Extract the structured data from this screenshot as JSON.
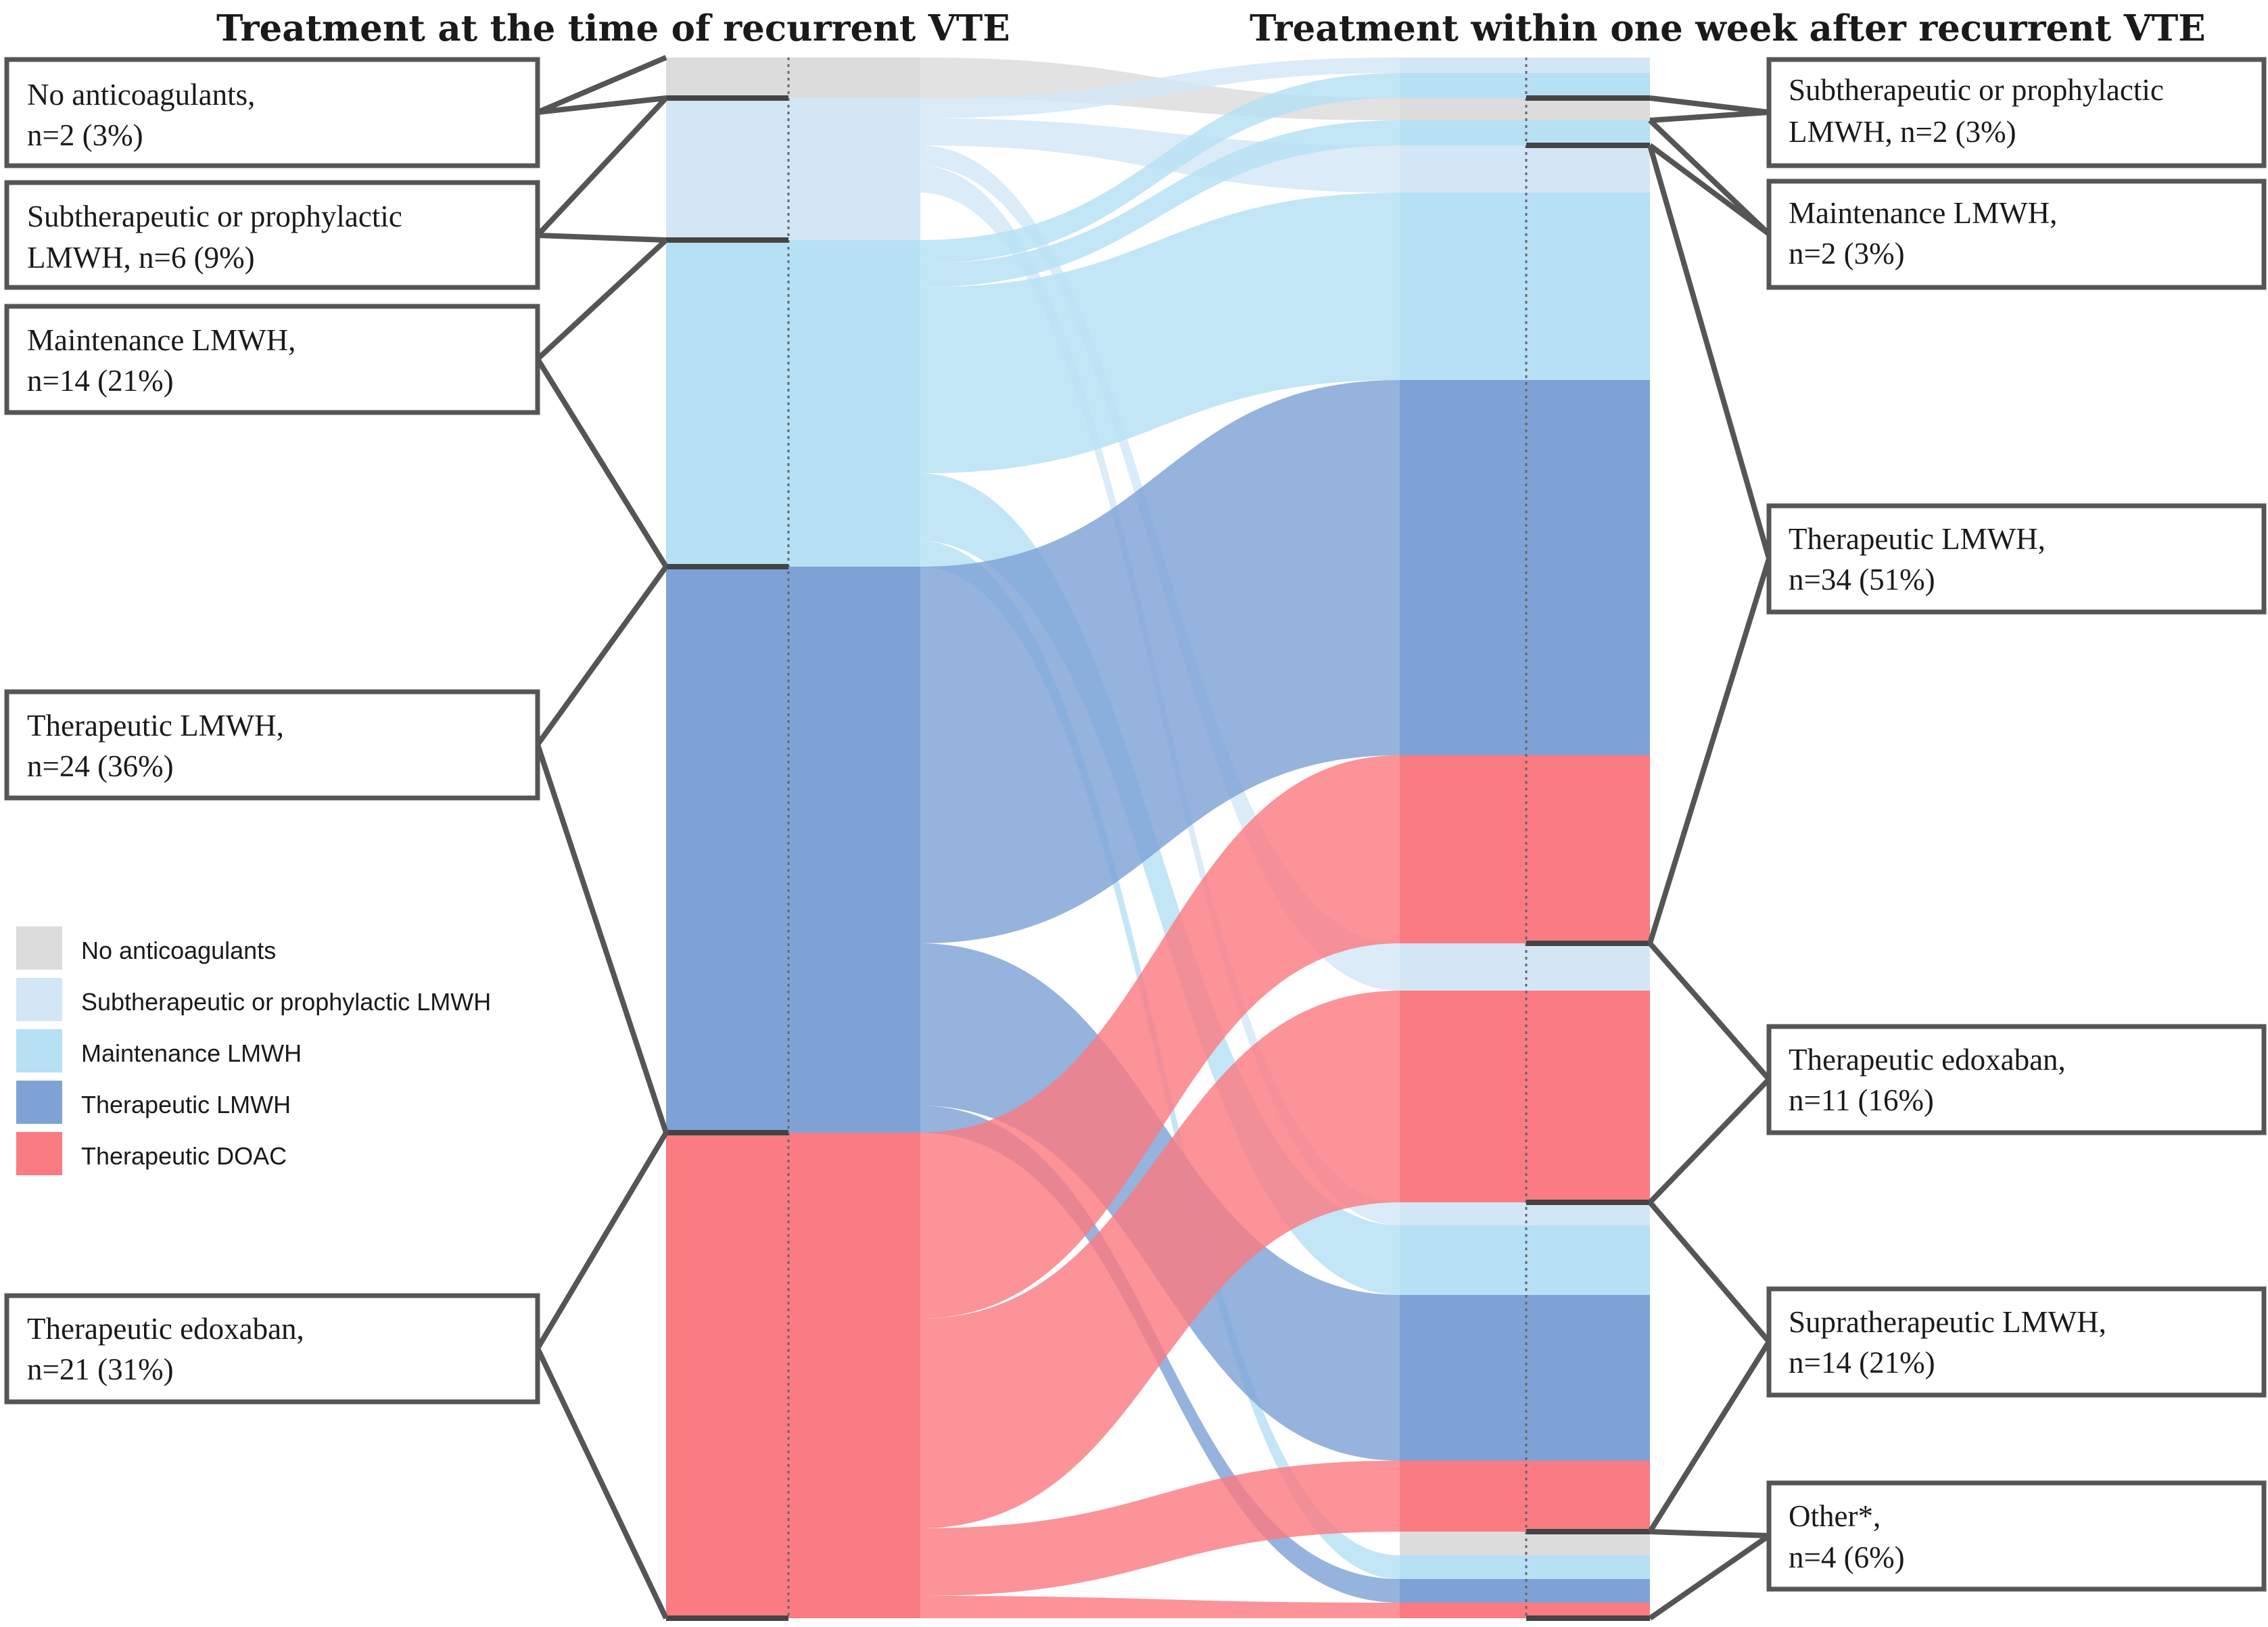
{
  "diagram": {
    "type": "sankey",
    "left_title": "Treatment at the time of recurrent VTE",
    "right_title": "Treatment within one week after recurrent VTE",
    "colors": {
      "none": "#dcdcdc",
      "sub": "#d3e6f6",
      "maint": "#b6e0f4",
      "ther": "#7ea2d6",
      "doac": "#fa7b82"
    },
    "legend": [
      {
        "key": "none",
        "label": "No anticoagulants"
      },
      {
        "key": "sub",
        "label": "Subtherapeutic or prophylactic LMWH"
      },
      {
        "key": "maint",
        "label": "Maintenance LMWH"
      },
      {
        "key": "ther",
        "label": "Therapeutic LMWH"
      },
      {
        "key": "doac",
        "label": "Therapeutic DOAC"
      }
    ],
    "left_nodes": [
      {
        "id": "L0",
        "color": "none",
        "line1": "No anticoagulants,",
        "line2": "n=2 (3%)"
      },
      {
        "id": "L1",
        "color": "sub",
        "line1": "Subtherapeutic or prophylactic",
        "line2": "LMWH, n=6 (9%)"
      },
      {
        "id": "L2",
        "color": "maint",
        "line1": "Maintenance LMWH,",
        "line2": "n=14 (21%)"
      },
      {
        "id": "L3",
        "color": "ther",
        "line1": "Therapeutic LMWH,",
        "line2": "n=24 (36%)"
      },
      {
        "id": "L4",
        "color": "doac",
        "line1": "Therapeutic edoxaban,",
        "line2": "n=21 (31%)"
      }
    ],
    "right_nodes": [
      {
        "id": "R0",
        "line1": "Subtherapeutic or prophylactic",
        "line2": "LMWH, n=2 (3%)"
      },
      {
        "id": "R1",
        "line1": "Maintenance LMWH,",
        "line2": "n=2 (3%)"
      },
      {
        "id": "R2",
        "line1": "Therapeutic LMWH,",
        "line2": "n=34 (51%)"
      },
      {
        "id": "R3",
        "line1": "Therapeutic edoxaban,",
        "line2": "n=11 (16%)"
      },
      {
        "id": "R4",
        "line1": "Supratherapeutic LMWH,",
        "line2": "n=14 (21%)"
      },
      {
        "id": "R5",
        "line1": "Other*,",
        "line2": "n=4 (6%)"
      }
    ]
  }
}
